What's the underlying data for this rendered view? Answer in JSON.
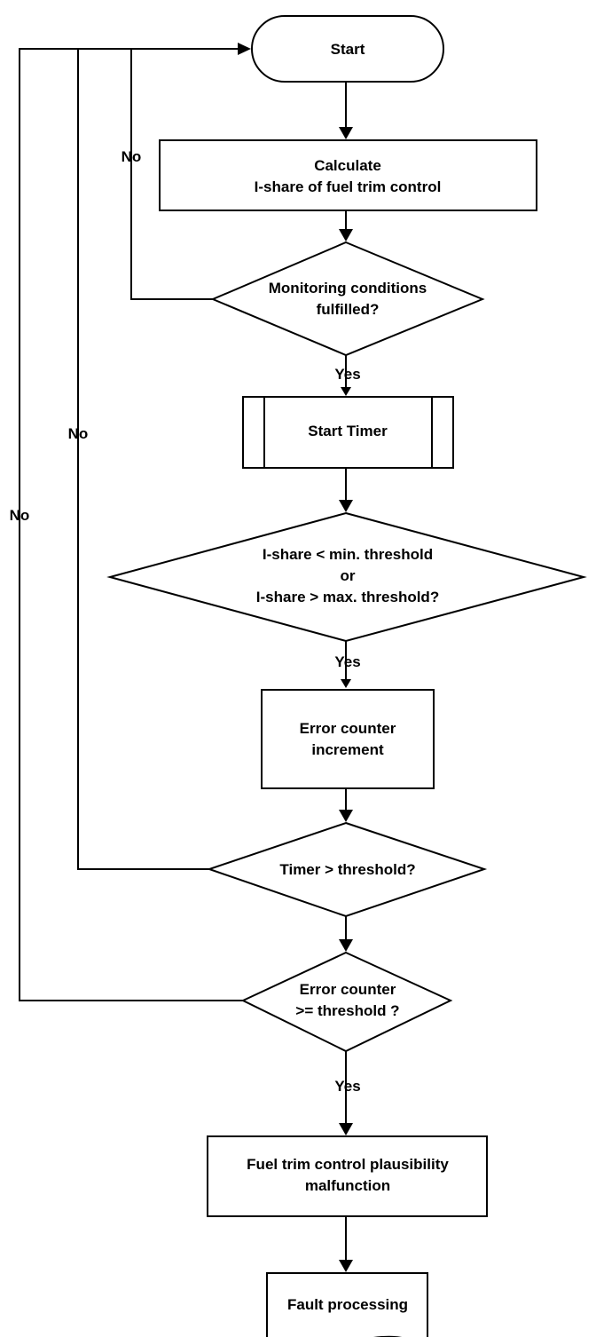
{
  "flowchart": {
    "start": "Start",
    "calculate": [
      "Calculate",
      "I-share of fuel trim control"
    ],
    "monitoring": [
      "Monitoring  conditions",
      "fulfilled?"
    ],
    "start_timer": "Start Timer",
    "threshold_check": [
      "I-share < min. threshold",
      "or",
      "I-share > max. threshold?"
    ],
    "error_counter": [
      "Error counter",
      "increment"
    ],
    "timer_check": "Timer > threshold?",
    "error_check": [
      "Error counter",
      ">= threshold ?"
    ],
    "malfunction": [
      "Fuel trim control plausibility",
      "malfunction"
    ],
    "fault_processing": "Fault processing",
    "labels": {
      "yes_1": "Yes",
      "yes_2": "Yes",
      "yes_3": "Yes",
      "no_1": "No",
      "no_2": "No",
      "no_3": "No"
    }
  }
}
